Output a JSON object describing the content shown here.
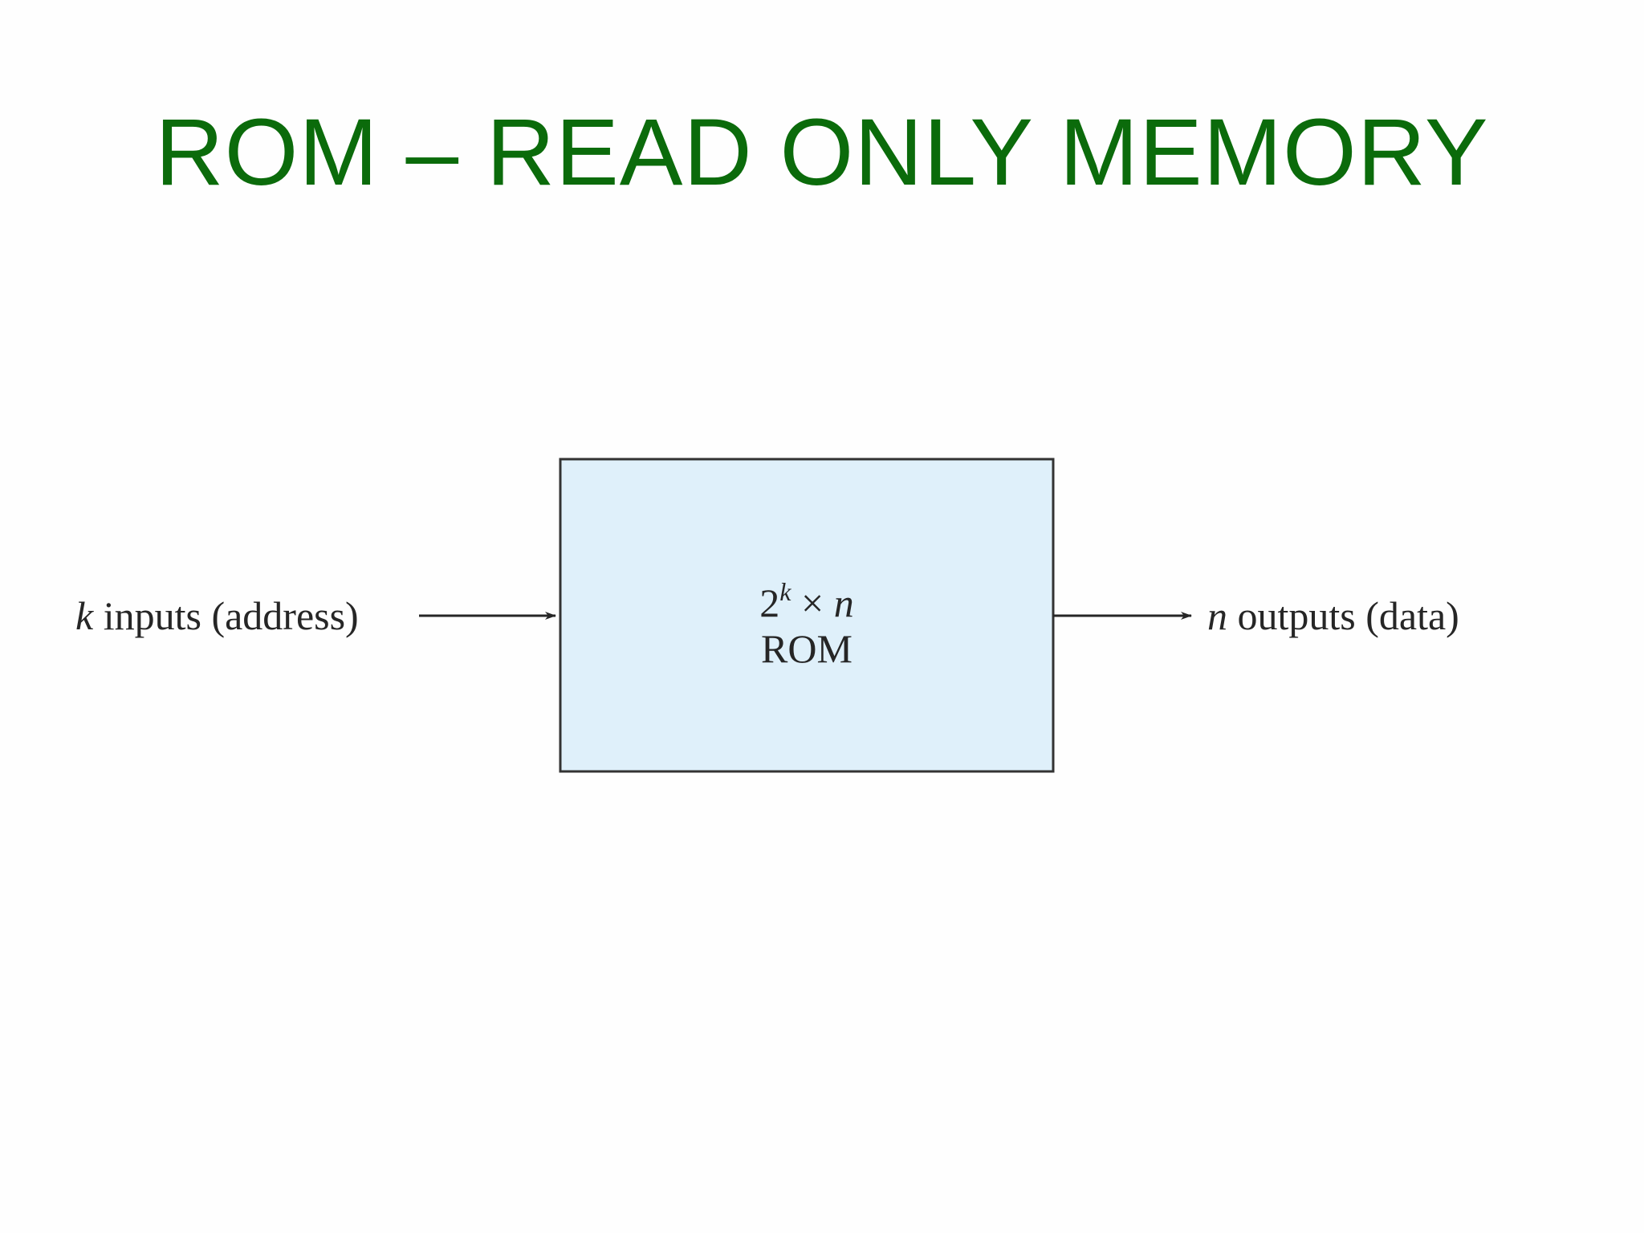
{
  "slide": {
    "title": "ROM – READ ONLY MEMORY"
  },
  "diagram": {
    "input_var": "k",
    "input_text": " inputs (address)",
    "output_var": "n",
    "output_text": " outputs (data)",
    "box_base": "2",
    "box_exp": "k",
    "box_times": " × ",
    "box_n": "n",
    "box_name": "ROM",
    "box_fill": "#dff0fa",
    "box_stroke": "#333333",
    "title_color": "#0b6b0b"
  }
}
